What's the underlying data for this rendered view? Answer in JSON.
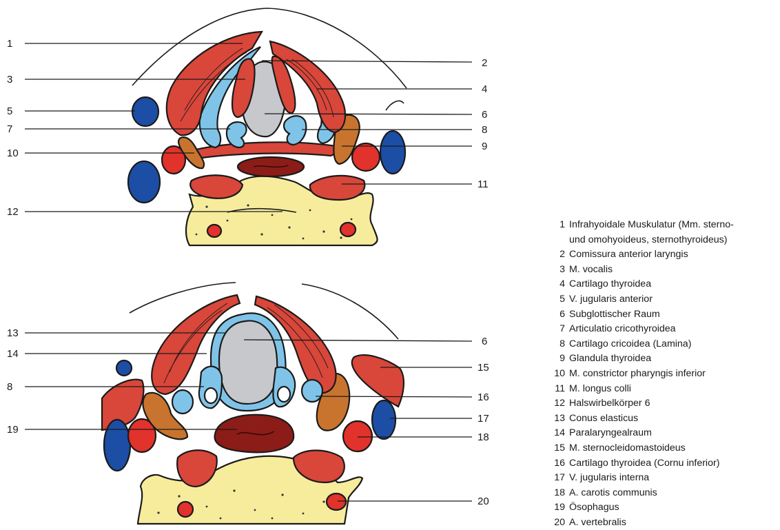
{
  "callouts": {
    "top": [
      {
        "n": "1",
        "side": "left"
      },
      {
        "n": "2",
        "side": "right"
      },
      {
        "n": "3",
        "side": "left"
      },
      {
        "n": "4",
        "side": "right"
      },
      {
        "n": "5",
        "side": "left"
      },
      {
        "n": "6",
        "side": "right"
      },
      {
        "n": "7",
        "side": "left"
      },
      {
        "n": "8",
        "side": "right"
      },
      {
        "n": "9",
        "side": "right"
      },
      {
        "n": "10",
        "side": "left"
      },
      {
        "n": "11",
        "side": "right"
      },
      {
        "n": "12",
        "side": "left"
      }
    ],
    "bottom": [
      {
        "n": "13",
        "side": "left"
      },
      {
        "n": "6",
        "side": "right"
      },
      {
        "n": "14",
        "side": "left"
      },
      {
        "n": "15",
        "side": "right"
      },
      {
        "n": "8",
        "side": "left"
      },
      {
        "n": "16",
        "side": "right"
      },
      {
        "n": "17",
        "side": "right"
      },
      {
        "n": "19",
        "side": "left"
      },
      {
        "n": "18",
        "side": "right"
      },
      {
        "n": "20",
        "side": "right"
      }
    ]
  },
  "legend": [
    {
      "n": "1",
      "text": "Infrahyoidale Muskulatur (Mm. sterno-\nund omohyoideus, sternothyroideus)"
    },
    {
      "n": "2",
      "text": "Comissura anterior laryngis"
    },
    {
      "n": "3",
      "text": "M. vocalis"
    },
    {
      "n": "4",
      "text": "Cartilago thyroidea"
    },
    {
      "n": "5",
      "text": "V. jugularis anterior"
    },
    {
      "n": "6",
      "text": "Subglottischer Raum"
    },
    {
      "n": "7",
      "text": "Articulatio cricothyroidea"
    },
    {
      "n": "8",
      "text": "Cartilago cricoidea (Lamina)"
    },
    {
      "n": "9",
      "text": "Glandula thyroidea"
    },
    {
      "n": "10",
      "text": "M. constrictor pharyngis inferior"
    },
    {
      "n": "11",
      "text": "M. longus colli"
    },
    {
      "n": "12",
      "text": "Halswirbelkörper 6"
    },
    {
      "n": "13",
      "text": "Conus elasticus"
    },
    {
      "n": "14",
      "text": "Paralaryngealraum"
    },
    {
      "n": "15",
      "text": "M. sternocleidomastoideus"
    },
    {
      "n": "16",
      "text": "Cartilago thyroidea (Cornu inferior)"
    },
    {
      "n": "17",
      "text": "V. jugularis interna"
    },
    {
      "n": "18",
      "text": "A. carotis communis"
    },
    {
      "n": "19",
      "text": "Ösophagus"
    },
    {
      "n": "20",
      "text": "A. vertebralis"
    }
  ],
  "colors": {
    "muscle": "#d9463a",
    "muscle_dark": "#8c1c17",
    "cartilage": "#7fc4e8",
    "airway": "#c7c8cc",
    "bone": "#f7ec9c",
    "vein": "#1d4ea6",
    "artery": "#e1322b",
    "gland": "#c8742e"
  }
}
